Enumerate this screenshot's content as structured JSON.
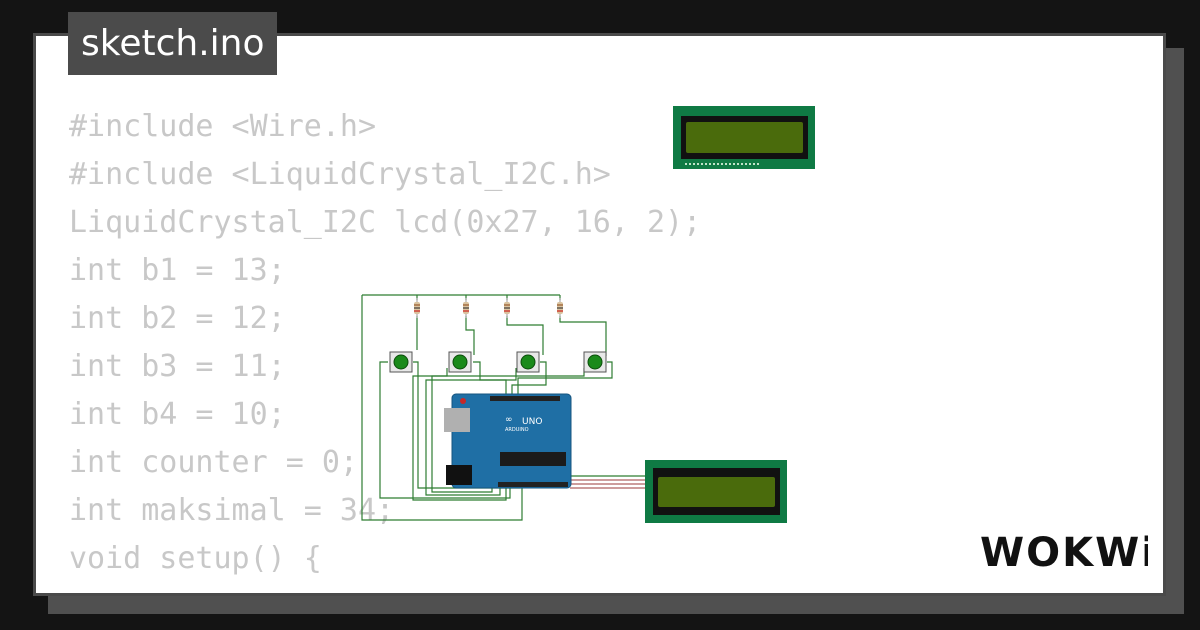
{
  "file_tab": {
    "label": "sketch.ino"
  },
  "code_lines": [
    "#include <Wire.h>",
    "#include <LiquidCrystal_I2C.h>",
    "LiquidCrystal_I2C lcd(0x27, 16, 2);",
    "int b1 = 13;",
    "int b2 = 12;",
    "int b3 = 11;",
    "int b4 = 10;",
    "int counter = 0;",
    "int maksimal = 34;",
    "",
    "void setup() {"
  ],
  "board": {
    "brand": "ARDUINO",
    "model": "UNO"
  },
  "logo": {
    "text": "WOKWi"
  },
  "colors": {
    "background": "#141414",
    "card": "#ffffff",
    "tab": "#4b4b4b",
    "code_text": "#c8c8c8",
    "wire": "#2e7d32",
    "lcd_pcb": "#0f7a44",
    "lcd_screen": "#4a6b0c",
    "board": "#1f6fa5"
  }
}
